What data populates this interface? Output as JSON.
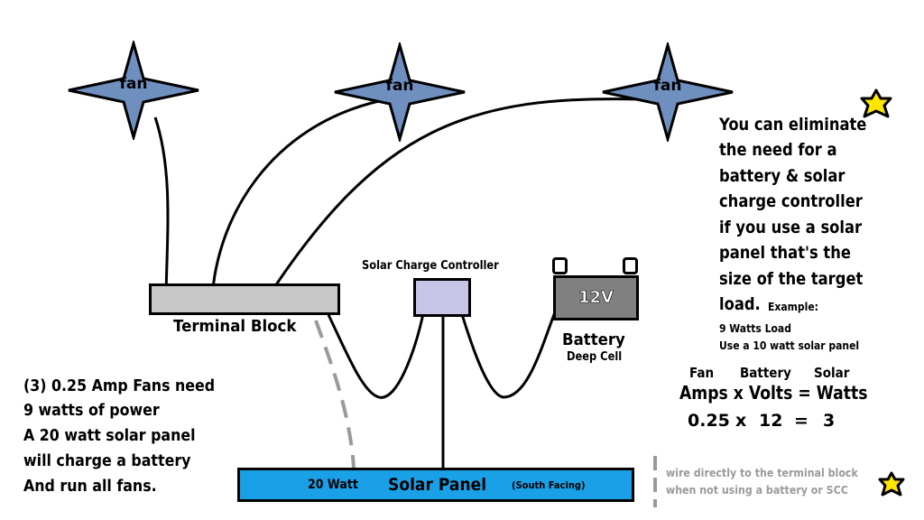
{
  "fans": [
    {
      "label": "fan"
    },
    {
      "label": "fan"
    },
    {
      "label": "fan"
    }
  ],
  "components": {
    "terminal_block": "Terminal Block",
    "scc": "Solar Charge Controller",
    "battery_voltage": "12V",
    "battery_title": "Battery",
    "battery_subtitle": "Deep Cell",
    "panel_watt": "20 Watt",
    "panel_title": "Solar Panel",
    "panel_note": "(South Facing)"
  },
  "left_note": {
    "lines": [
      "(3) 0.25 Amp Fans need",
      "9 watts of power",
      "A 20 watt solar panel",
      "will charge a battery",
      "And run all fans."
    ]
  },
  "right_note": {
    "lines": [
      "You can eliminate",
      "the need for a",
      "battery & solar",
      "charge controller",
      "if you use a solar",
      "panel that's the",
      "size of the target",
      "load."
    ],
    "example_label": "Example:",
    "example_lines": [
      "9 Watts Load",
      "Use a 10 watt solar panel"
    ]
  },
  "formula": {
    "headers": [
      "Fan",
      "Battery",
      "Solar"
    ],
    "equation": "Amps x Volts = Watts",
    "values": [
      "0.25",
      "x",
      "12",
      "=",
      "3"
    ]
  },
  "bottom_note": {
    "lines": [
      "wire directly to the terminal block",
      "when not using a battery or SCC"
    ]
  },
  "colors": {
    "fan": "#6f8fbf",
    "terminal_block": "#c8c8c8",
    "scc": "#c8c4e8",
    "battery": "#808080",
    "panel": "#1aa0e6",
    "star": "#ffe600",
    "dashed_wire": "#9a9a9a"
  }
}
